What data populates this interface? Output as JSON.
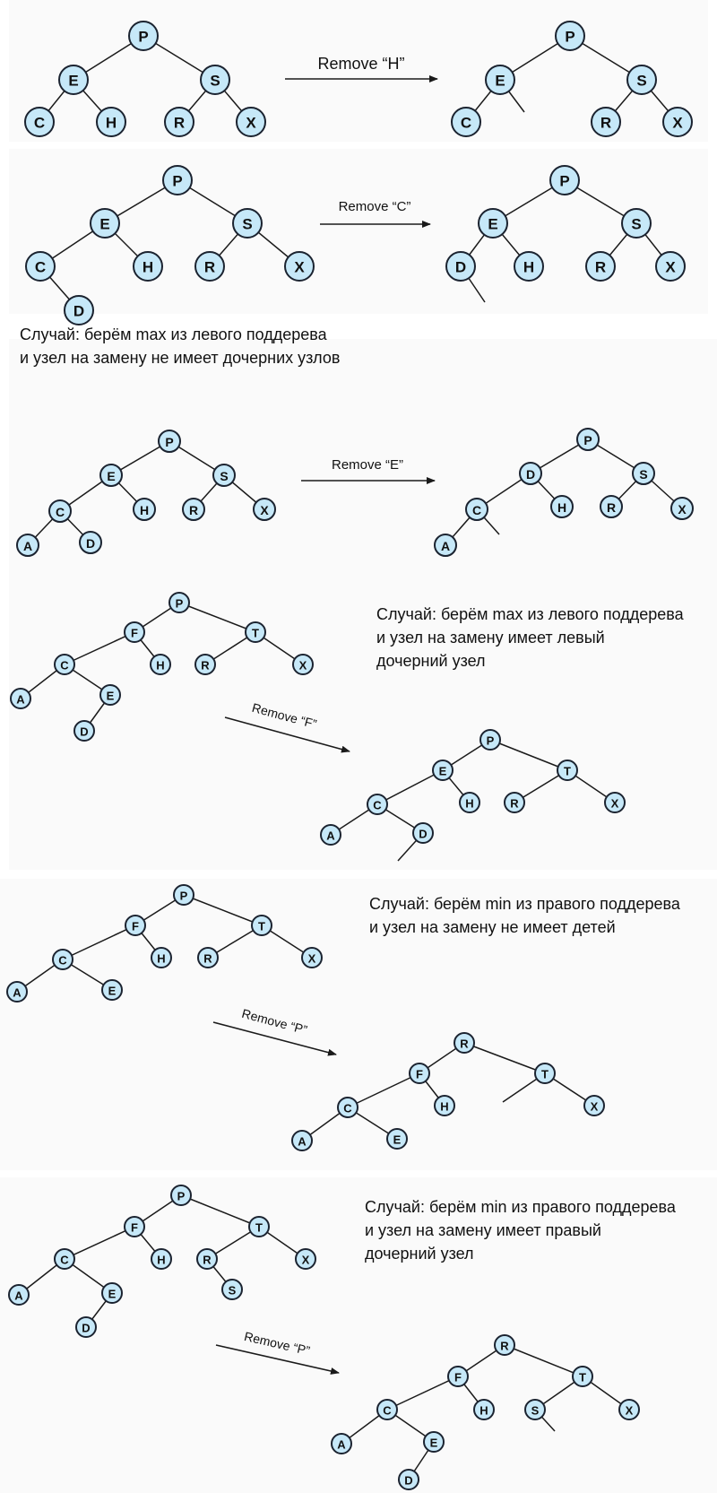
{
  "colors": {
    "node_fill": "#c6e8f8",
    "node_stroke": "#1b2330",
    "edge": "#1a1a1a",
    "panel_bg": "#fafafa"
  },
  "panels": [
    {
      "id": "remove-h",
      "operation": "Remove “H”",
      "before_nodes": [
        "P",
        "E",
        "S",
        "C",
        "H",
        "R",
        "X"
      ],
      "after_nodes": [
        "P",
        "E",
        "S",
        "C",
        "R",
        "X"
      ]
    },
    {
      "id": "remove-c",
      "operation": "Remove “C”",
      "before_nodes": [
        "P",
        "E",
        "S",
        "C",
        "H",
        "R",
        "X",
        "D"
      ],
      "after_nodes": [
        "P",
        "E",
        "S",
        "D",
        "H",
        "R",
        "X"
      ]
    },
    {
      "id": "remove-e",
      "caption": [
        "Случай: берём max из левого поддерева",
        "и узел на замену не имеет дочерних узлов"
      ],
      "operation": "Remove “E”",
      "before_nodes": [
        "P",
        "E",
        "S",
        "C",
        "H",
        "R",
        "X",
        "A",
        "D"
      ],
      "after_nodes": [
        "P",
        "D",
        "S",
        "C",
        "H",
        "R",
        "X",
        "A"
      ]
    },
    {
      "id": "remove-f",
      "caption": [
        "Случай: берём max из левого поддерева",
        "и узел на замену имеет левый",
        "дочерний узел"
      ],
      "operation": "Remove “F”",
      "before_nodes": [
        "P",
        "F",
        "T",
        "C",
        "H",
        "R",
        "X",
        "A",
        "E",
        "D"
      ],
      "after_nodes": [
        "P",
        "E",
        "T",
        "C",
        "H",
        "R",
        "X",
        "A",
        "D"
      ]
    },
    {
      "id": "remove-p-1",
      "caption": [
        "Случай: берём min из правого поддерева",
        "и узел на замену не имеет детей"
      ],
      "operation": "Remove “P”",
      "before_nodes": [
        "P",
        "F",
        "T",
        "C",
        "H",
        "R",
        "X",
        "A",
        "E"
      ],
      "after_nodes": [
        "R",
        "F",
        "T",
        "C",
        "H",
        "X",
        "A",
        "E"
      ]
    },
    {
      "id": "remove-p-2",
      "caption": [
        "Случай: берём min из правого поддерева",
        "и узел на замену имеет правый",
        "дочерний узел"
      ],
      "operation": "Remove “P”",
      "before_nodes": [
        "P",
        "F",
        "T",
        "C",
        "H",
        "R",
        "X",
        "A",
        "E",
        "S",
        "D"
      ],
      "after_nodes": [
        "R",
        "F",
        "T",
        "C",
        "H",
        "S",
        "X",
        "A",
        "E",
        "D"
      ]
    }
  ]
}
